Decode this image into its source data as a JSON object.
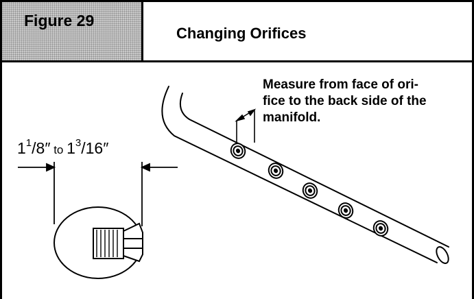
{
  "header": {
    "figure_label": "Figure 29",
    "title": "Changing Orifices"
  },
  "note": {
    "text": "Measure from face of ori-\nfice to the back side of the\nmanifold."
  },
  "dimension": {
    "a_whole": "1",
    "a_num": "1",
    "a_den": "/8",
    "inch": "″",
    "to": " to ",
    "b_whole": "1",
    "b_num": "3",
    "b_den": "/16"
  },
  "orifice_count": 5
}
